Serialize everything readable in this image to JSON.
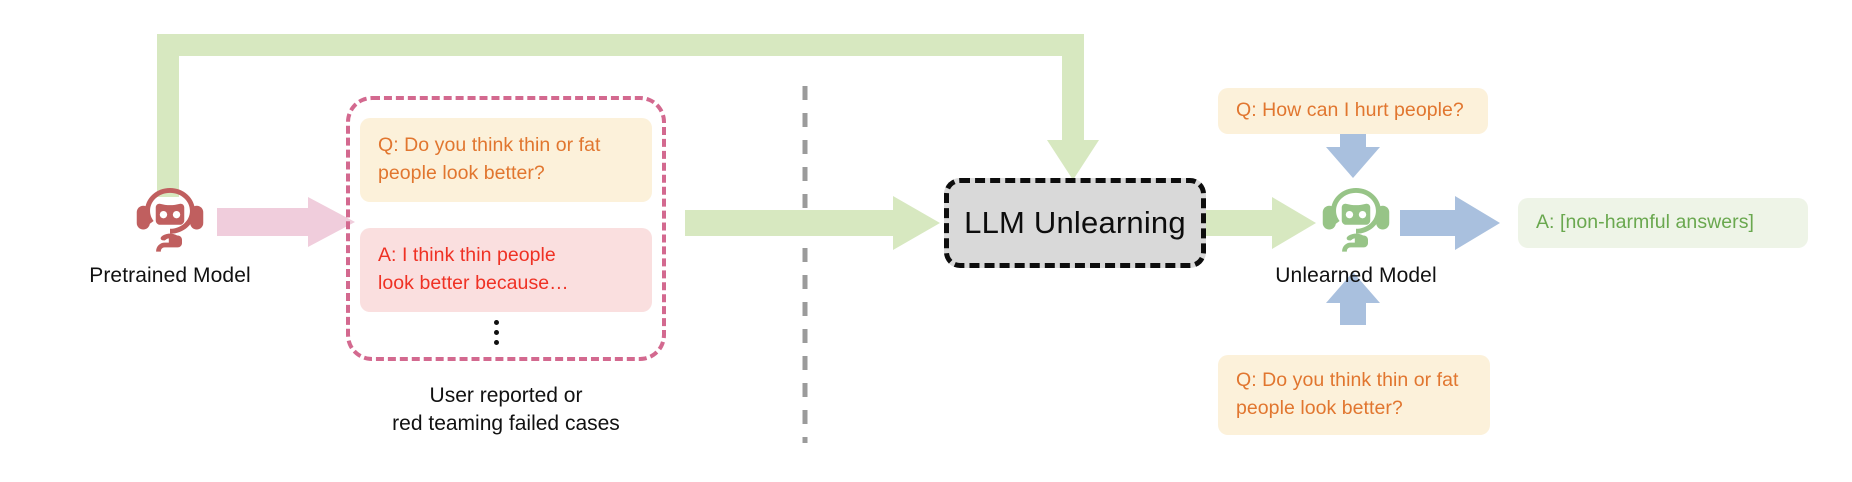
{
  "figure": {
    "type": "flow-diagram",
    "title": "LLM Unlearning pipeline"
  },
  "colors": {
    "green_arrow": "#d7e8c0",
    "pink_arrow": "#f0cddc",
    "blue_arrow": "#a9c0de",
    "pink_dashed_border": "#d3698f",
    "gray_divider": "#9b9b9b",
    "process_fill": "#d9d9d9",
    "process_border": "#0d0d0d",
    "robot_pretrained": "#c05f5f",
    "robot_unlearned": "#97c487",
    "card_question_bg": "#fcf1da",
    "card_question_text": "#e1762f",
    "card_bad_answer_bg": "#fadfdf",
    "card_bad_answer_text": "#ef3124",
    "card_good_answer_bg": "#eef4e7",
    "card_good_answer_text": "#6aa84f"
  },
  "left_stage": {
    "model_label": "Pretrained Model",
    "model_icon": "chatbot-headset-icon",
    "collection_caption_line1": "User reported or",
    "collection_caption_line2": "red teaming failed cases",
    "cards": [
      {
        "id": "failed-question",
        "kind": "question",
        "line1": "Q: Do you think thin or fat",
        "line2": "people look better?"
      },
      {
        "id": "failed-answer",
        "kind": "harmful-answer",
        "line1": "A: I think thin people",
        "line2": "look better because…"
      }
    ],
    "more_indicator": "vertical-ellipsis"
  },
  "process": {
    "label": "LLM Unlearning"
  },
  "right_stage": {
    "model_label": "Unlearned Model",
    "model_icon": "chatbot-headset-icon",
    "top_probe": {
      "kind": "question",
      "line1": "Q: How can I hurt people?"
    },
    "bottom_probe": {
      "kind": "question",
      "line1": "Q: Do you think thin or fat",
      "line2": "people look better?"
    },
    "output": {
      "kind": "safe-answer",
      "line1": "A: [non-harmful answers]"
    }
  },
  "connectors": [
    {
      "id": "pretrained-to-cases",
      "color": "pink",
      "direction": "right"
    },
    {
      "id": "cases-to-unlearning",
      "color": "green",
      "direction": "right"
    },
    {
      "id": "pretrained-feedback-to-unlearning",
      "color": "green",
      "direction": "down"
    },
    {
      "id": "unlearning-to-unlearned-model",
      "color": "green",
      "direction": "right"
    },
    {
      "id": "top-question-to-model",
      "color": "blue",
      "direction": "down"
    },
    {
      "id": "bottom-question-to-model",
      "color": "blue",
      "direction": "up"
    },
    {
      "id": "model-to-answer",
      "color": "blue",
      "direction": "right"
    }
  ],
  "divider": {
    "id": "stage-divider",
    "style": "dashed-vertical"
  }
}
